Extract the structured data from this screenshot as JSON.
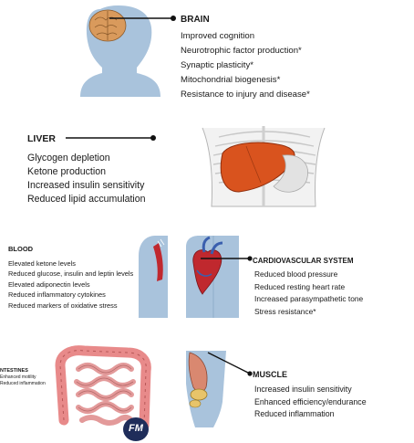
{
  "brain": {
    "title": "BRAIN",
    "items": [
      "Improved cognition",
      "Neurotrophic factor production*",
      "Synaptic plasticity*",
      "Mitochondrial biogenesis*",
      "Resistance to injury and disease*"
    ]
  },
  "liver": {
    "title": "LIVER",
    "items": [
      "Glycogen depletion",
      "Ketone production",
      "Increased insulin sensitivity",
      "Reduced lipid accumulation"
    ]
  },
  "blood": {
    "title": "BLOOD",
    "items": [
      "Elevated ketone levels",
      "Reduced glucose, insulin and leptin levels",
      "Elevated adiponectin levels",
      "Reduced inflammatory cytokines",
      "Reduced markers of oxidative stress"
    ]
  },
  "cardio": {
    "title": "CARDIOVASCULAR SYSTEM",
    "items": [
      "Reduced blood pressure",
      "Reduced resting heart rate",
      "Increased parasympathetic tone",
      "Stress resistance*"
    ]
  },
  "intestines": {
    "title": "NTESTINES",
    "items": [
      "Enhanced motility",
      "Reduced inflammation"
    ]
  },
  "muscle": {
    "title": "MUSCLE",
    "items": [
      "Increased insulin sensitivity",
      "Enhanced efficiency/endurance",
      "Reduced inflammation"
    ]
  },
  "logo": {
    "text": "FM"
  },
  "colors": {
    "skin": "#a9c3dc",
    "brain": "#d99a5c",
    "liver": "#d9531e",
    "blood": "#c0282e",
    "intestine": "#e88a8a",
    "muscle": "#d98870",
    "leader": "#111111"
  }
}
